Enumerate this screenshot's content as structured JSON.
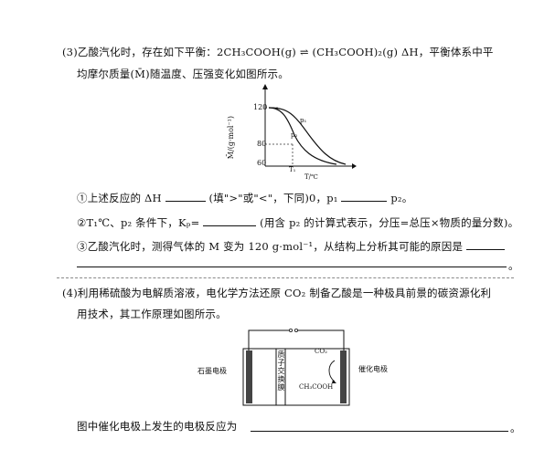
{
  "q3": {
    "line1": "(3)乙酸汽化时，存在如下平衡：2CH₃COOH(g) ⇌ (CH₃COOH)₂(g)   ΔH，平衡体系中平",
    "line2": "均摩尔质量(M̄)随温度、压强变化如图所示。",
    "graph": {
      "ylabel": "M̄/(g·mol⁻¹)",
      "y120": "120",
      "y80": "80",
      "y60": "60",
      "xlabel": "T/℃",
      "t1": "T₁",
      "p1": "p₁",
      "p2": "p₂"
    },
    "sub1_a": "①上述反应的 ΔH",
    "sub1_b": "(填\">\"或\"<\"，下同)0，p₁",
    "sub1_c": "p₂。",
    "sub2_a": "②T₁℃、p₂ 条件下，Kₚ=",
    "sub2_b": "(用含 p₂ 的计算式表示，分压=总压×物质的量分数)。",
    "sub3": "③乙酸汽化时，测得气体的 M 变为 120 g·mol⁻¹，从结构上分析其可能的原因是",
    "period": "。"
  },
  "q4": {
    "line1": "(4)利用稀硫酸为电解质溶液，电化学方法还原 CO₂ 制备乙酸是一种极具前景的碳资源化利",
    "line2": "用技术，其工作原理如图所示。",
    "cell": {
      "left_label": "石墨电极",
      "right_label": "催化电极",
      "membrane": "质子交换膜",
      "co2": "CO₂",
      "product": "CH₃COOH"
    },
    "answer_prompt": "图中催化电极上发生的电极反应为",
    "period": "。"
  }
}
